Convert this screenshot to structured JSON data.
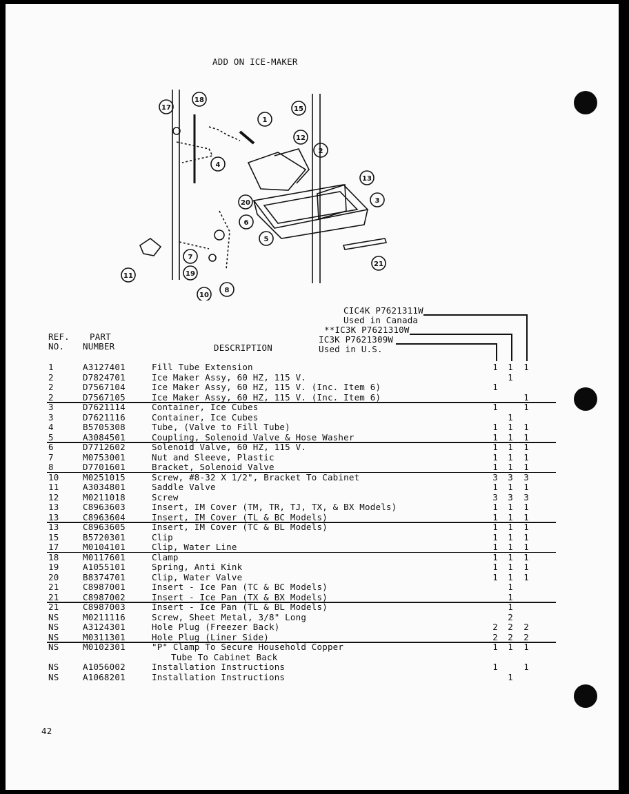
{
  "title": "ADD ON ICE-MAKER",
  "page_number": "42",
  "columns": {
    "ref": "REF.",
    "ref_no": "NO.",
    "part": "PART",
    "part_number": "NUMBER",
    "description": "DESCRIPTION"
  },
  "models": [
    {
      "line1": "CIC4K P7621311W",
      "line2": "Used in Canada"
    },
    {
      "line1": "**IC3K P7621310W",
      "line2": ""
    },
    {
      "line1": "IC3K P7621309W",
      "line2": "Used in U.S."
    }
  ],
  "callouts": [
    "1",
    "2",
    "3",
    "4",
    "5",
    "6",
    "8",
    "10",
    "11",
    "12",
    "13",
    "15",
    "17",
    "18",
    "19",
    "20",
    "21",
    "7"
  ],
  "parts": [
    {
      "ref": "1",
      "part": "A3127401",
      "desc": "Fill Tube Extension",
      "q": [
        "1",
        "1",
        "1"
      ]
    },
    {
      "ref": "2",
      "part": "D7824701",
      "desc": "Ice Maker Assy, 60 HZ, 115 V.",
      "q": [
        "",
        "1",
        ""
      ]
    },
    {
      "ref": "2",
      "part": "D7567104",
      "desc": "Ice Maker Assy, 60 HZ, 115 V. (Inc. Item 6)",
      "q": [
        "1",
        "",
        ""
      ]
    },
    {
      "ref": "2",
      "part": "D7567105",
      "desc": "Ice Maker Assy, 60 HZ, 115 V. (Inc. Item 6)",
      "q": [
        "",
        "",
        "1"
      ]
    },
    {
      "ref": "3",
      "part": "D7621114",
      "desc": "Container, Ice Cubes",
      "q": [
        "1",
        "",
        "1"
      ]
    },
    {
      "ref": "3",
      "part": "D7621116",
      "desc": "Container, Ice Cubes",
      "q": [
        "",
        "1",
        ""
      ]
    },
    {
      "ref": "4",
      "part": "B5705308",
      "desc": "Tube, (Valve to Fill Tube)",
      "q": [
        "1",
        "1",
        "1"
      ]
    },
    {
      "ref": "5",
      "part": "A3084501",
      "desc": "Coupling, Solenoid Valve & Hose Washer",
      "q": [
        "1",
        "1",
        "1"
      ]
    },
    {
      "ref": "6",
      "part": "D7712602",
      "desc": "Solenoid Valve, 60 HZ, 115 V.",
      "q": [
        "1",
        "1",
        "1"
      ]
    },
    {
      "ref": "7",
      "part": "M0753001",
      "desc": "Nut and Sleeve, Plastic",
      "q": [
        "1",
        "1",
        "1"
      ]
    },
    {
      "ref": "8",
      "part": "D7701601",
      "desc": "Bracket, Solenoid Valve",
      "q": [
        "1",
        "1",
        "1"
      ]
    },
    {
      "ref": "10",
      "part": "M0251015",
      "desc": "Screw, #8-32 X 1/2\", Bracket To Cabinet",
      "q": [
        "3",
        "3",
        "3"
      ]
    },
    {
      "ref": "11",
      "part": "A3034801",
      "desc": "Saddle Valve",
      "q": [
        "1",
        "1",
        "1"
      ]
    },
    {
      "ref": "12",
      "part": "M0211018",
      "desc": "Screw",
      "q": [
        "3",
        "3",
        "3"
      ]
    },
    {
      "ref": "13",
      "part": "C8963603",
      "desc": "Insert, IM Cover (TM, TR, TJ, TX, & BX Models)",
      "q": [
        "1",
        "1",
        "1"
      ]
    },
    {
      "ref": "13",
      "part": "C8963604",
      "desc": "Insert, IM Cover (TL & BC Models)",
      "q": [
        "1",
        "1",
        "1"
      ]
    },
    {
      "ref": "13",
      "part": "C8963605",
      "desc": "Insert, IM Cover (TC & BL Models)",
      "q": [
        "1",
        "1",
        "1"
      ]
    },
    {
      "ref": "15",
      "part": "B5720301",
      "desc": "Clip",
      "q": [
        "1",
        "1",
        "1"
      ]
    },
    {
      "ref": "17",
      "part": "M0104101",
      "desc": "Clip, Water Line",
      "q": [
        "1",
        "1",
        "1"
      ]
    },
    {
      "ref": "18",
      "part": "M0117601",
      "desc": "Clamp",
      "q": [
        "1",
        "1",
        "1"
      ]
    },
    {
      "ref": "19",
      "part": "A1055101",
      "desc": "Spring, Anti Kink",
      "q": [
        "1",
        "1",
        "1"
      ]
    },
    {
      "ref": "20",
      "part": "B8374701",
      "desc": "Clip, Water Valve",
      "q": [
        "1",
        "1",
        "1"
      ]
    },
    {
      "ref": "21",
      "part": "C8987001",
      "desc": "Insert - Ice Pan (TC & BC Models)",
      "q": [
        "",
        "1",
        ""
      ]
    },
    {
      "ref": "21",
      "part": "C8987002",
      "desc": "Insert - Ice Pan (TX & BX Models)",
      "q": [
        "",
        "1",
        ""
      ]
    },
    {
      "ref": "21",
      "part": "C8987003",
      "desc": "Insert - Ice Pan (TL & BL Models)",
      "q": [
        "",
        "1",
        ""
      ]
    },
    {
      "ref": "NS",
      "part": "M0211116",
      "desc": "Screw, Sheet Metal, 3/8\" Long",
      "q": [
        "",
        "2",
        ""
      ]
    },
    {
      "ref": "NS",
      "part": "A3124301",
      "desc": "Hole Plug (Freezer Back)",
      "q": [
        "2",
        "2",
        "2"
      ]
    },
    {
      "ref": "NS",
      "part": "M0311301",
      "desc": "Hole Plug (Liner Side)",
      "q": [
        "2",
        "2",
        "2"
      ]
    },
    {
      "ref": "NS",
      "part": "M0102301",
      "desc": "\"P\" Clamp To Secure Household Copper",
      "desc2": "Tube To Cabinet Back",
      "q": [
        "1",
        "1",
        "1"
      ]
    },
    {
      "ref": "NS",
      "part": "A1056002",
      "desc": "Installation Instructions",
      "q": [
        "1",
        "",
        "1"
      ]
    },
    {
      "ref": "NS",
      "part": "A1068201",
      "desc": "Installation Instructions",
      "q": [
        "",
        "1",
        ""
      ]
    }
  ]
}
